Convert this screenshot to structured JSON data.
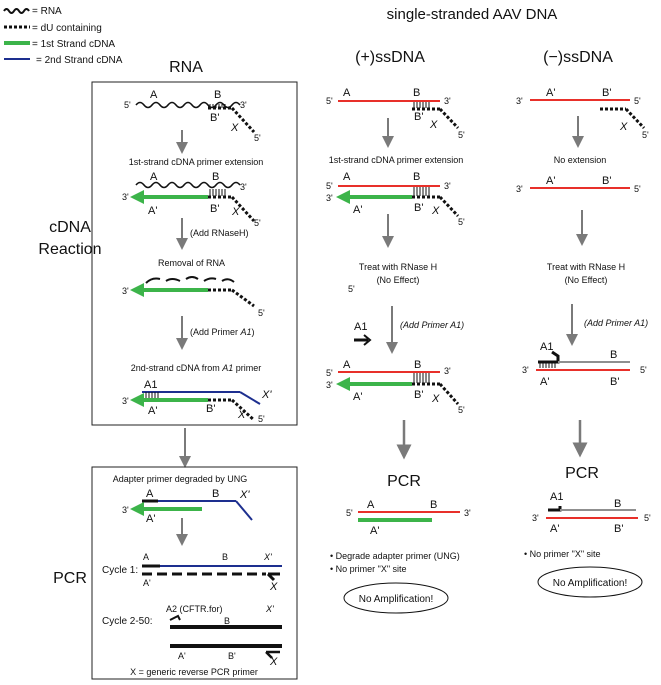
{
  "legend": {
    "rna": "= RNA",
    "du": "= dU containing",
    "first": "= 1st Strand cDNA",
    "second": "= 2nd Strand cDNA"
  },
  "headers": {
    "top": "single-stranded AAV DNA",
    "rna": "RNA",
    "plus": "(+)ssDNA",
    "minus": "(−)ssDNA",
    "cdna_line1": "cDNA",
    "cdna_line2": "Reaction",
    "pcr_left": "PCR",
    "pcr_mid": "PCR",
    "pcr_right": "PCR"
  },
  "labels": {
    "five": "5'",
    "three": "3'",
    "A": "A",
    "B": "B",
    "Ap": "A'",
    "Bp": "B'",
    "X": "X",
    "Xp": "X'",
    "A1": "A1",
    "A2": "A2 (CFTR.for)"
  },
  "rna_col": {
    "step1": "1st-strand cDNA primer extension",
    "step2": "(Add RNaseH)",
    "step3": "Removal of RNA",
    "step4_pre": "(Add Primer ",
    "step4_prim": "A1",
    "step4_post": ")",
    "step5_pre": "2nd-strand cDNA from ",
    "step5_prim": "A1",
    "step5_post": " primer"
  },
  "pcr_box": {
    "title": "Adapter primer degraded by UNG",
    "cycle1": "Cycle 1:",
    "cycle2": "Cycle 2-50:",
    "footer": "X = generic reverse PCR primer"
  },
  "plus_col": {
    "step1": "1st-strand cDNA primer extension",
    "treat1": "Treat with RNase H",
    "treat2": "(No Effect)",
    "primer": "(Add Primer A1)",
    "bullet1": "•  Degrade adapter primer (UNG)",
    "bullet2": "•  No primer \"X\" site",
    "result": "No Amplification!"
  },
  "minus_col": {
    "step1": "No extension",
    "treat1": "Treat with RNase H",
    "treat2": "(No Effect)",
    "primer": "(Add Primer A1)",
    "bullet1": "•  No primer \"X\" site",
    "result": "No Amplification!"
  },
  "colors": {
    "rna": "#111111",
    "du": "#111111",
    "first_strand": "#3cb44a",
    "second_strand": "#1d2f8f",
    "ssdna": "#e8302a",
    "grey_strand": "#8f8f8f",
    "arrow": "#7a7a7a"
  }
}
